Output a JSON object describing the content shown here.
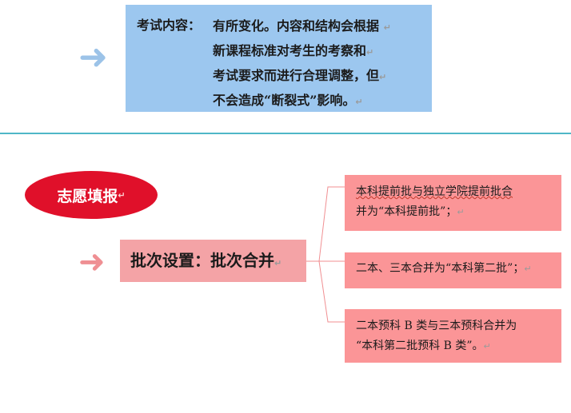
{
  "exam": {
    "label": "考试内容：",
    "lines": [
      "有所变化。内容和结构会根据",
      "新课程标准对考生的考察和",
      "考试要求而进行合理调整，但",
      "不会造成“断裂式”影响。"
    ]
  },
  "volunteer": {
    "label": "志愿填报"
  },
  "batch": {
    "label": "批次设置：批次合并"
  },
  "rules": [
    {
      "lines": [
        "本科提前批与独立学院提前批合",
        "并为“本科提前批”；"
      ]
    },
    {
      "lines": [
        "二本、三本合并为“本科第二批”；"
      ]
    },
    {
      "lines": [
        "二本预科  B 类与三本预科合并为",
        "“本科第二批预科 B 类”。"
      ]
    }
  ],
  "colors": {
    "exam_box": "#9cc7ef",
    "divider": "#4fb7c7",
    "oval": "#e0102a",
    "batch_box": "#f4a3a6",
    "rule_box": "#fb9597",
    "connector": "#f08f92"
  },
  "icons": [
    "arrow-right-icon",
    "arrow-right-icon",
    "paragraph-mark-icon"
  ]
}
